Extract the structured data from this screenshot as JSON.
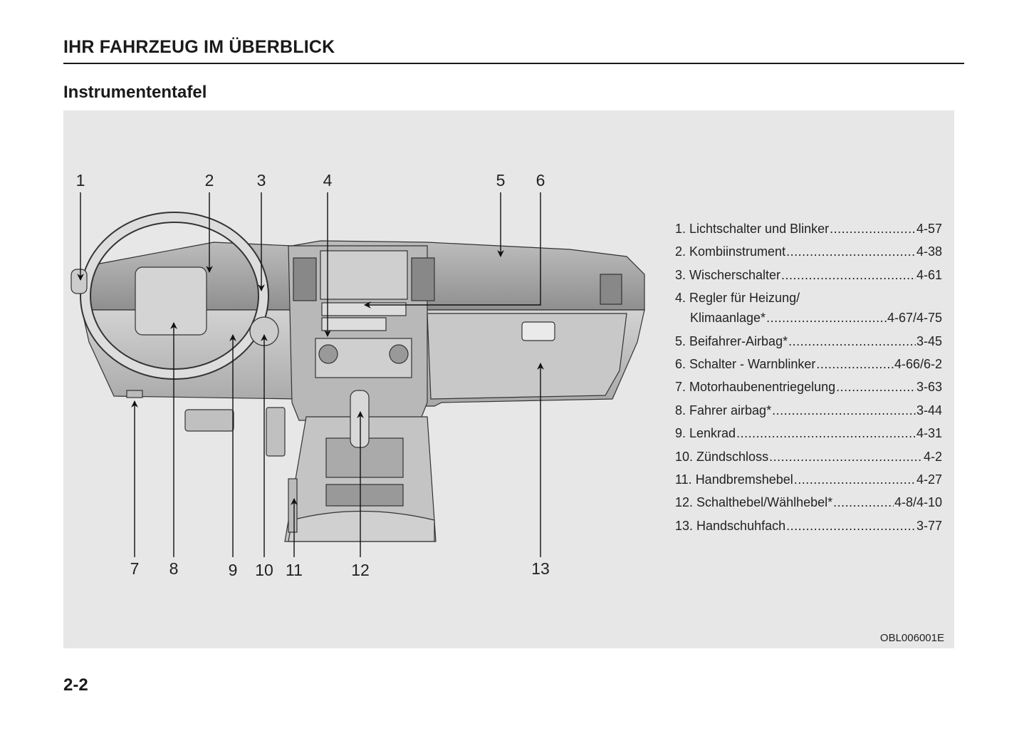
{
  "header": {
    "section_title": "IHR FAHRZEUG IM ÜBERBLICK",
    "subtitle": "Instrumententafel"
  },
  "figure": {
    "code": "OBL006001E",
    "callouts_top": [
      "1",
      "2",
      "3",
      "4",
      "5",
      "6"
    ],
    "callouts_bottom": [
      "7",
      "8",
      "9",
      "10",
      "11",
      "12",
      "13"
    ]
  },
  "legend": [
    {
      "label": "1. Lichtschalter und Blinker",
      "page": "4-57"
    },
    {
      "label": "2. Kombiinstrument",
      "page": "4-38"
    },
    {
      "label": "3. Wischerschalter",
      "page": "4-61"
    },
    {
      "label": "4. Regler für Heizung/",
      "label2": "Klimaanlage*",
      "page": "4-67/4-75"
    },
    {
      "label": "5. Beifahrer-Airbag*",
      "page": "3-45"
    },
    {
      "label": "6. Schalter - Warnblinker",
      "page": "4-66/6-2"
    },
    {
      "label": "7. Motorhaubenentriegelung",
      "page": "3-63"
    },
    {
      "label": "8. Fahrer airbag*",
      "page": "3-44"
    },
    {
      "label": "9. Lenkrad",
      "page": "4-31"
    },
    {
      "label": "10. Zündschloss",
      "page": "4-2"
    },
    {
      "label": "11. Handbremshebel",
      "page": "4-27"
    },
    {
      "label": "12. Schalthebel/Wählhebel*",
      "page": "4-8/4-10"
    },
    {
      "label": "13. Handschuhfach",
      "page": "3-77"
    }
  ],
  "footer": {
    "page_number": "2-2"
  }
}
